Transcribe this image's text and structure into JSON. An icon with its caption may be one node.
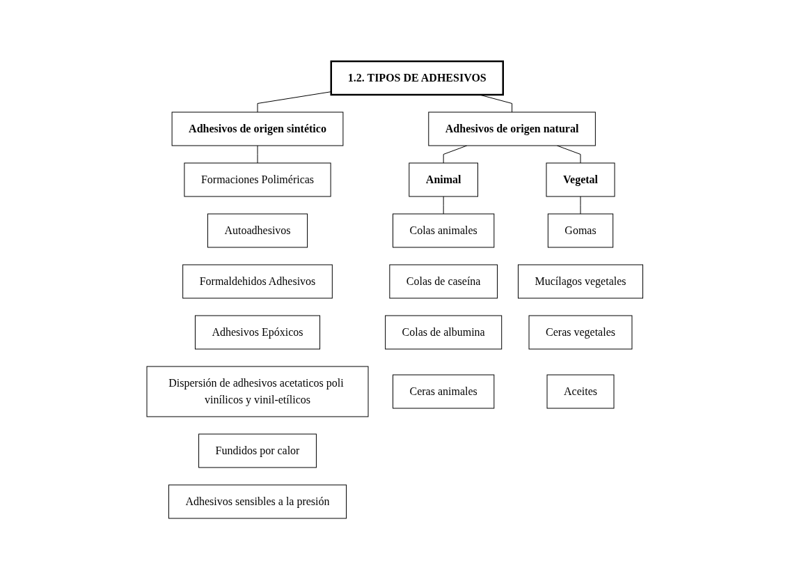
{
  "diagram": {
    "nodes": [
      {
        "text": [
          "1.2. TIPOS DE ADHESIVOS"
        ]
      },
      {
        "text": [
          "Adhesivos de origen sintético"
        ]
      },
      {
        "text": [
          "Adhesivos de origen natural"
        ]
      },
      {
        "text": [
          "Formaciones Poliméricas"
        ]
      },
      {
        "text": [
          "Autoadhesivos"
        ]
      },
      {
        "text": [
          "Formaldehidos Adhesivos"
        ]
      },
      {
        "text": [
          "Adhesivos Epóxicos"
        ]
      },
      {
        "text": [
          "Dispersión de adhesivos acetaticos poli vinílicos y vinil-etílicos"
        ]
      },
      {
        "text": [
          "Fundidos por calor"
        ]
      },
      {
        "text": [
          "Adhesivos sensibles a la presión"
        ]
      },
      {
        "text": [
          "Animal"
        ]
      },
      {
        "text": [
          "Vegetal"
        ]
      },
      {
        "text": [
          "Colas animales"
        ]
      },
      {
        "text": [
          "Colas de caseína"
        ]
      },
      {
        "text": [
          "Colas de albumina"
        ]
      },
      {
        "text": [
          "Ceras animales"
        ]
      },
      {
        "text": [
          "Gomas"
        ]
      },
      {
        "text": [
          "Mucílagos vegetales"
        ]
      },
      {
        "text": [
          "Ceras vegetales"
        ]
      },
      {
        "text": [
          "Aceites"
        ]
      }
    ],
    "edges": [
      {
        "from": 0,
        "to": 1,
        "arrow": "none"
      },
      {
        "from": 0,
        "to": 2,
        "arrow": "none"
      },
      {
        "from": 1,
        "to": 3,
        "arrow": "none"
      },
      {
        "from": 2,
        "to": 10,
        "arrow": "none"
      },
      {
        "from": 2,
        "to": 11,
        "arrow": "none"
      },
      {
        "from": 10,
        "to": 12,
        "arrow": "none"
      },
      {
        "from": 11,
        "to": 16,
        "arrow": "none"
      }
    ]
  }
}
